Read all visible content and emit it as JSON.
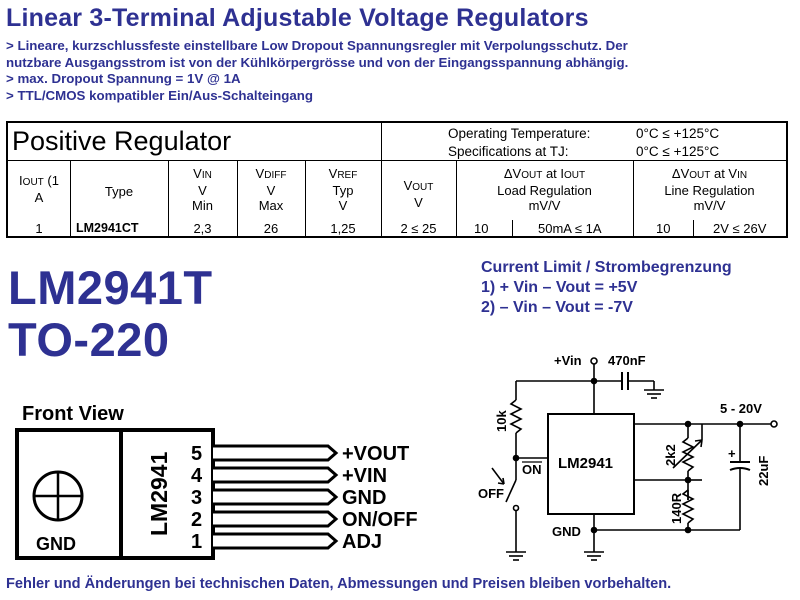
{
  "title": "Linear 3-Terminal Adjustable Voltage Regulators",
  "bullets": [
    "> Lineare, kurzschlussfeste einstellbare Low Dropout Spannungsregler mit  Verpolungsschutz. Der",
    "   nutzbare Ausgangsstrom ist  von der Kühlkörpergrösse und von der Eingangsspannung abhängig.",
    "> max. Dropout Spannung = 1V @ 1A",
    "> TTL/CMOS kompatibler Ein/Aus-Schalteingang"
  ],
  "table": {
    "heading": "Positive Regulator",
    "op_temp_label": "Operating Temperature:",
    "op_temp_value": "0°C ≤ +125°C",
    "spec_label": "Specifications at TJ:",
    "spec_value": "0°C ≤ +125°C",
    "columns": {
      "iout": {
        "l1": "I",
        "sub": "OUT",
        "suffix": " (1",
        "l2": "A"
      },
      "type": "Type",
      "vin": {
        "l1": "V",
        "sub": "IN",
        "l2": "V",
        "l3": "Min"
      },
      "vdiff": {
        "l1": "V",
        "sub": "DIFF",
        "l2": "V",
        "l3": "Max"
      },
      "vref": {
        "l1": "V",
        "sub": "REF",
        "l2": "Typ",
        "l3": "V"
      },
      "vout": {
        "l1": "V",
        "sub": "OUT",
        "l2": "V"
      },
      "load": {
        "l1": "ΔV",
        "sub1": "OUT",
        "mid": " at I",
        "sub2": "OUT",
        "l2": "Load Regulation",
        "l3": "mV/V"
      },
      "line": {
        "l1": "ΔV",
        "sub1": "OUT",
        "mid": " at V",
        "sub2": "IN",
        "l2": "Line Regulation",
        "l3": "mV/V"
      }
    },
    "row": {
      "iout": "1",
      "type": "LM2941CT",
      "vin": "2,3",
      "vdiff": "26",
      "vref": "1,25",
      "vout": "2 ≤ 25",
      "load_val": "10",
      "load_cond": "50mA ≤ 1A",
      "line_val": "10",
      "line_cond": "2V ≤ 26V"
    }
  },
  "model": {
    "name": "LM2941T",
    "package": "TO-220"
  },
  "current_limit": {
    "title": "Current Limit / Strombegrenzung",
    "line1": "1) + Vin – Vout = +5V",
    "line2": "2) – Vin – Vout = -7V"
  },
  "front_view": {
    "label": "Front View",
    "part": "LM2941",
    "tab_label": "GND",
    "pins": [
      {
        "num": "5",
        "name": "+VOUT"
      },
      {
        "num": "4",
        "name": "+VIN"
      },
      {
        "num": "3",
        "name": "GND"
      },
      {
        "num": "2",
        "name": "ON/OFF"
      },
      {
        "num": "1",
        "name": "ADJ"
      }
    ]
  },
  "schematic": {
    "vin": "+Vin",
    "cap_in": "470nF",
    "r_pullup": "10k",
    "on_label": "ON",
    "off_label": "OFF",
    "ic": "LM2941",
    "gnd": "GND",
    "pot": "2k2",
    "r_low": "140R",
    "cap_out": "22uF",
    "cap_plus": "+",
    "vout": "5 - 20V"
  },
  "footer": "Fehler und Änderungen bei technischen Daten, Abmessungen und Preisen bleiben vorbehalten.",
  "colors": {
    "heading": "#2e3192",
    "text": "#000000",
    "background": "#ffffff"
  }
}
